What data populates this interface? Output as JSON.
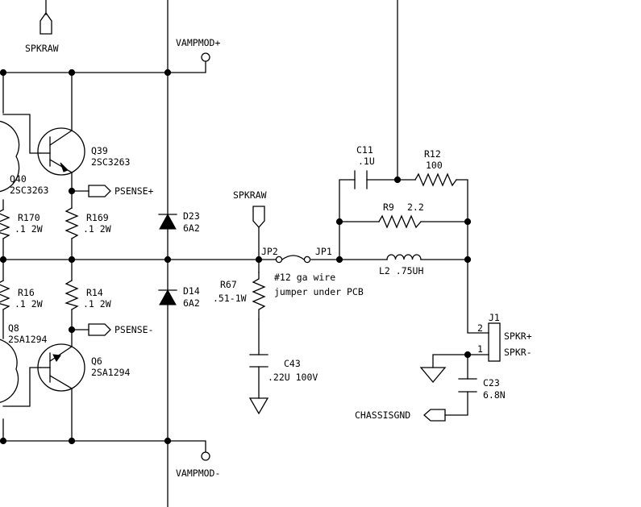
{
  "labels": {
    "spkraw_top": "SPKRAW",
    "vampmod_plus": "VAMPMOD+",
    "vampmod_minus": "VAMPMOD-",
    "q39_ref": "Q39",
    "q39_part": "2SC3263",
    "q40_ref": "Q40",
    "q40_part": "2SC3263",
    "psense_plus": "PSENSE+",
    "psense_minus": "PSENSE-",
    "r170_ref": "R170",
    "r170_val": ".1 2W",
    "r169_ref": "R169",
    "r169_val": ".1 2W",
    "r16_ref": "R16",
    "r16_val": ".1 2W",
    "r14_ref": "R14",
    "r14_val": ".1 2W",
    "q8_ref": "Q8",
    "q8_part": "2SA1294",
    "q6_ref": "Q6",
    "q6_part": "2SA1294",
    "d23_ref": "D23",
    "d23_val": "6A2",
    "d14_ref": "D14",
    "d14_val": "6A2",
    "spkraw_mid": "SPKRAW",
    "jp2": "JP2",
    "jp1": "JP1",
    "jumper_line1": "#12 ga wire",
    "jumper_line2": "jumper under PCB",
    "r67_ref": "R67",
    "r67_val": ".51-1W",
    "c43_ref": "C43",
    "c43_val": ".22U 100V",
    "c11_ref": "C11",
    "c11_val": ".1U",
    "r12_ref": "R12",
    "r12_val": "100",
    "r9_ref": "R9",
    "r9_val": "2.2",
    "l2_label": "L2 .75UH",
    "j1_ref": "J1",
    "pin2": "2",
    "pin1": "1",
    "spkr_plus": "SPKR+",
    "spkr_minus": "SPKR-",
    "c23_ref": "C23",
    "c23_val": "6.8N",
    "chassisgnd": "CHASSISGND"
  }
}
